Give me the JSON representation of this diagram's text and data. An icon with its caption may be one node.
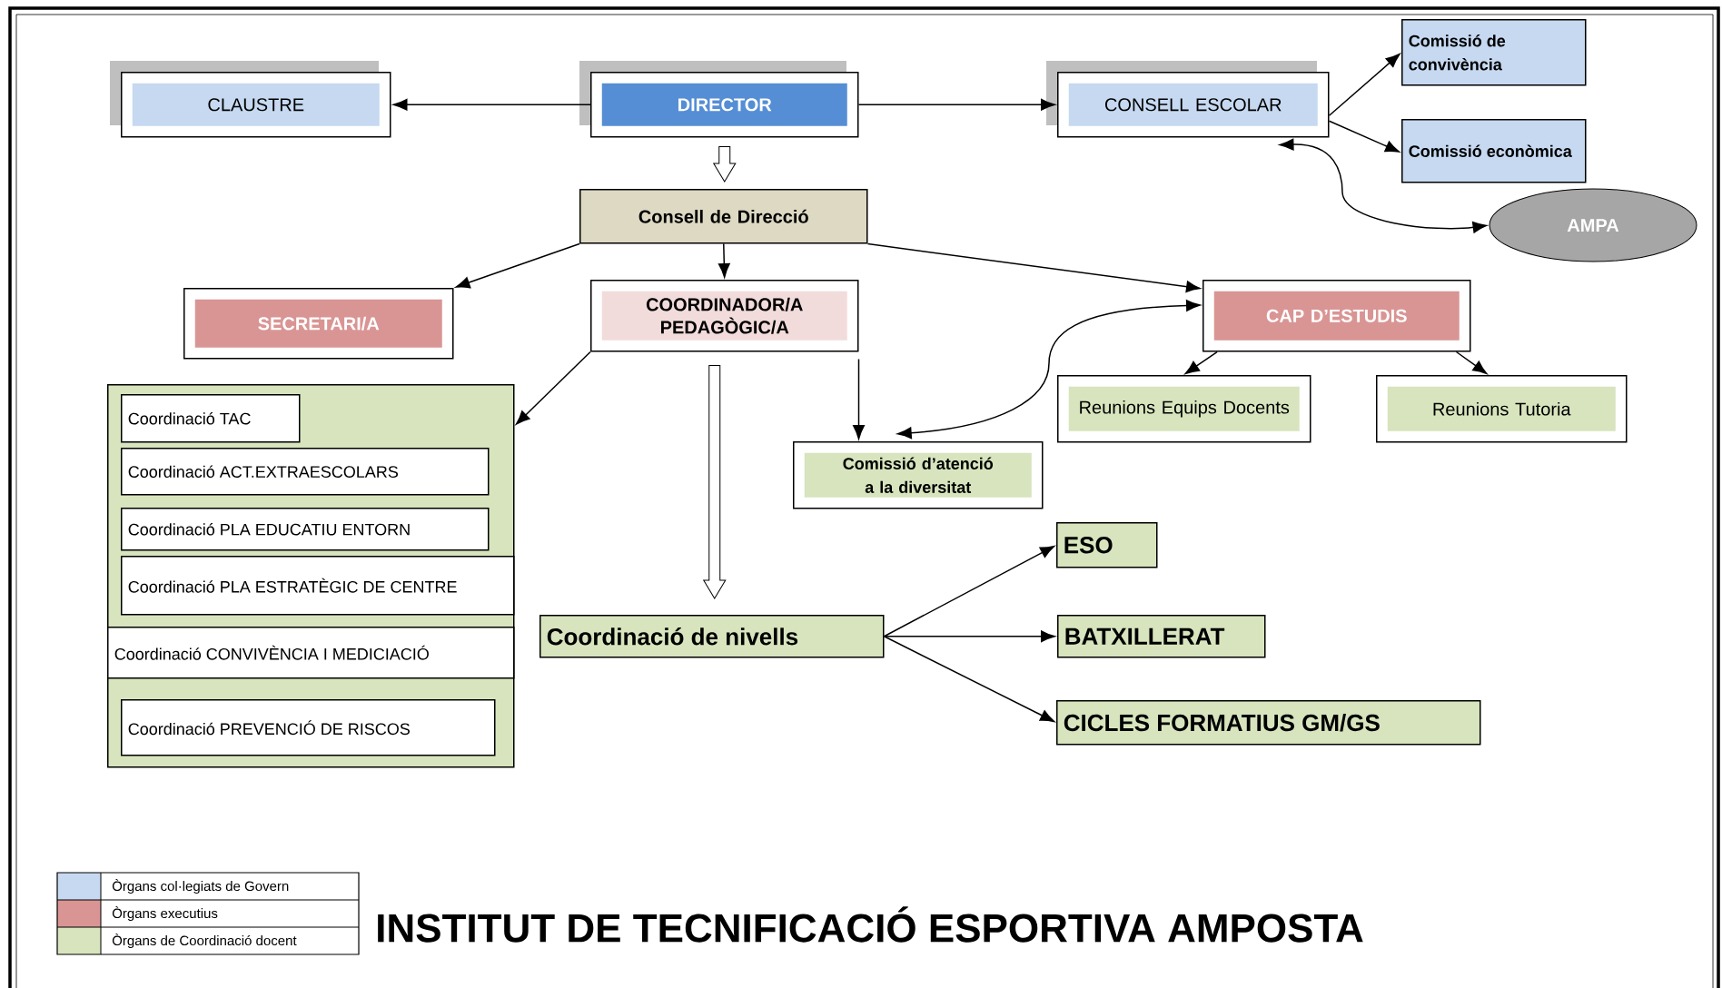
{
  "diagram": {
    "title": "INSTITUT DE TECNIFICACIÓ ESPORTIVA AMPOSTA",
    "nodes": [
      {
        "text": [
          "CLAUSTRE"
        ]
      },
      {
        "text": [
          "DIRECTOR"
        ]
      },
      {
        "text": [
          "CONSELL ESCOLAR"
        ]
      },
      {
        "text": [
          "Comissió de convivència"
        ]
      },
      {
        "text": [
          "Comissió econòmica"
        ]
      },
      {
        "text": [
          "AMPA"
        ]
      },
      {
        "text": [
          "Consell de Direcció"
        ]
      },
      {
        "text": [
          "SECRETARI/A"
        ]
      },
      {
        "text": [
          "COORDINADOR/A PEDAGÒGIC/A"
        ]
      },
      {
        "text": [
          "CAP D’ESTUDIS"
        ]
      },
      {
        "text": [],
        "shape": "box"
      },
      {
        "text": [
          "Coordinació TAC"
        ],
        "in": 10
      },
      {
        "text": [
          "Coordinació ACT.EXTRAESCOLARS"
        ],
        "in": 10
      },
      {
        "text": [
          "Coordinació PLA EDUCATIU ENTORN"
        ],
        "in": 10
      },
      {
        "text": [
          "Coordinació PLA ESTRATÈGIC DE CENTRE"
        ],
        "in": 10
      },
      {
        "text": [
          "Coordinació CONVIVÈNCIA I MEDICIACIÓ"
        ],
        "in": 10
      },
      {
        "text": [
          "Coordinació PREVENCIÓ DE RISCOS"
        ],
        "in": 10
      },
      {
        "text": [
          "Comissió d’atenció a la diversitat"
        ]
      },
      {
        "text": [
          "Reunions Equips Docents"
        ]
      },
      {
        "text": [
          "Reunions Tutoria"
        ]
      },
      {
        "text": [
          "Coordinació de nivells"
        ]
      },
      {
        "text": [
          "ESO"
        ]
      },
      {
        "text": [
          "BATXILLERAT"
        ]
      },
      {
        "text": [
          "CICLES FORMATIUS GM/GS"
        ]
      }
    ],
    "edges": [
      {
        "from": 1,
        "to": 0,
        "arrow": "to"
      },
      {
        "from": 1,
        "to": 2,
        "arrow": "to"
      },
      {
        "from": 2,
        "to": 3,
        "arrow": "to"
      },
      {
        "from": 2,
        "to": 4,
        "arrow": "to"
      },
      {
        "from": 2,
        "to": 5,
        "arrow": "both"
      },
      {
        "from": 1,
        "to": 6,
        "arrow": "to",
        "style": "thick"
      },
      {
        "from": 6,
        "to": 7,
        "arrow": "to"
      },
      {
        "from": 6,
        "to": 8,
        "arrow": "to"
      },
      {
        "from": 6,
        "to": 9,
        "arrow": "to"
      },
      {
        "from": 8,
        "to": 10,
        "arrow": "to"
      },
      {
        "from": 8,
        "to": 20,
        "arrow": "to",
        "style": "thick"
      },
      {
        "from": 8,
        "to": 17,
        "arrow": "to"
      },
      {
        "from": 9,
        "to": 17,
        "arrow": "both"
      },
      {
        "from": 9,
        "to": 18,
        "arrow": "to"
      },
      {
        "from": 9,
        "to": 19,
        "arrow": "to"
      },
      {
        "from": 20,
        "to": 21,
        "arrow": "to"
      },
      {
        "from": 20,
        "to": 22,
        "arrow": "to"
      },
      {
        "from": 20,
        "to": 23,
        "arrow": "to"
      }
    ],
    "legend": [
      {
        "text": "Òrgans col·legiats de Govern",
        "color": "#c6d9f1"
      },
      {
        "text": "Òrgans executius",
        "color": "#d99594"
      },
      {
        "text": "Òrgans de Coordinació docent",
        "color": "#d7e4bd"
      }
    ]
  }
}
